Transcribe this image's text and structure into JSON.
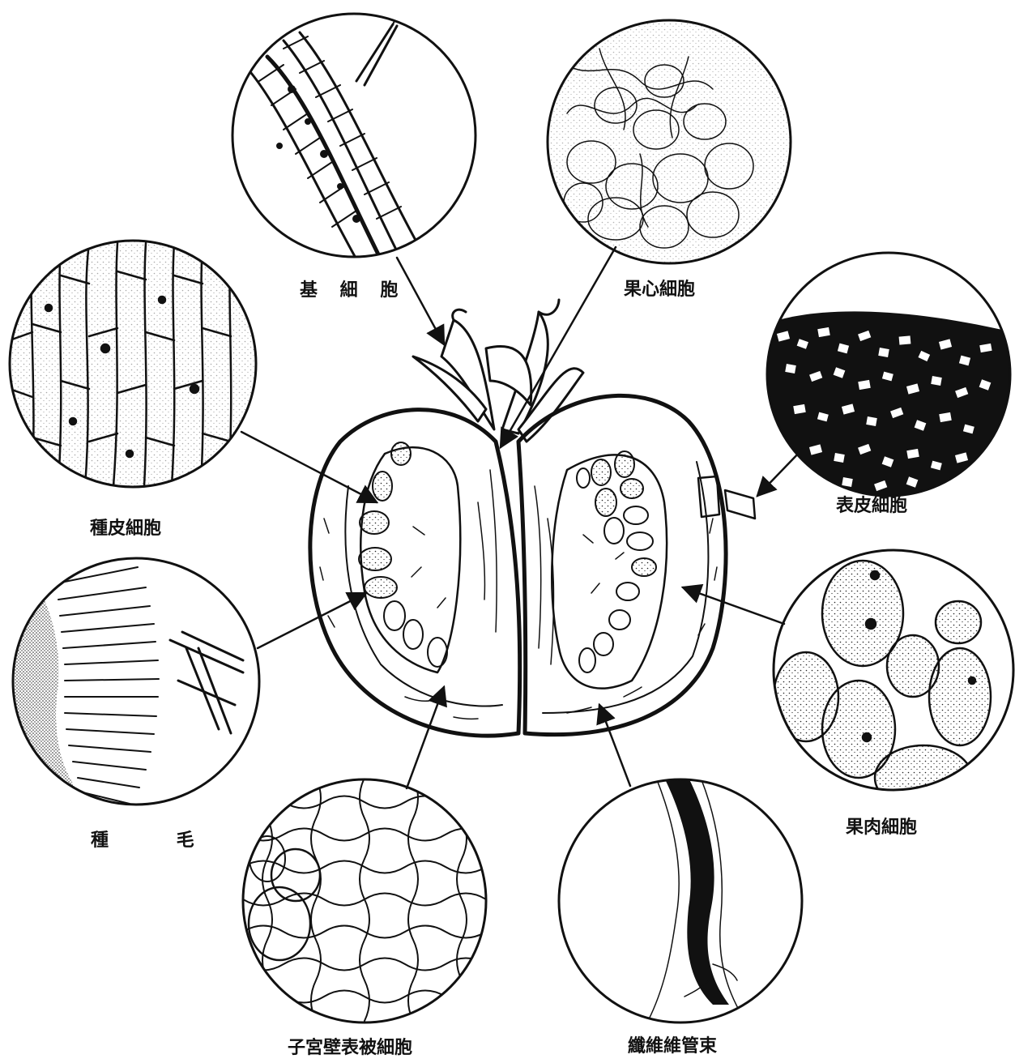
{
  "labels": {
    "basal_cells": "基 細 胞",
    "core_cells": "果心細胞",
    "epidermis_cells": "表皮細胞",
    "seed_coat_cells": "種皮細胞",
    "seed_hairs": "種 毛",
    "pulp_cells": "果肉細胞",
    "ovary_wall_epidermis_cells": "子宮壁表被細胞",
    "fibrovascular_bundle": "纖維維管束"
  },
  "colors": {
    "ink": "#111111",
    "paper": "#ffffff"
  }
}
